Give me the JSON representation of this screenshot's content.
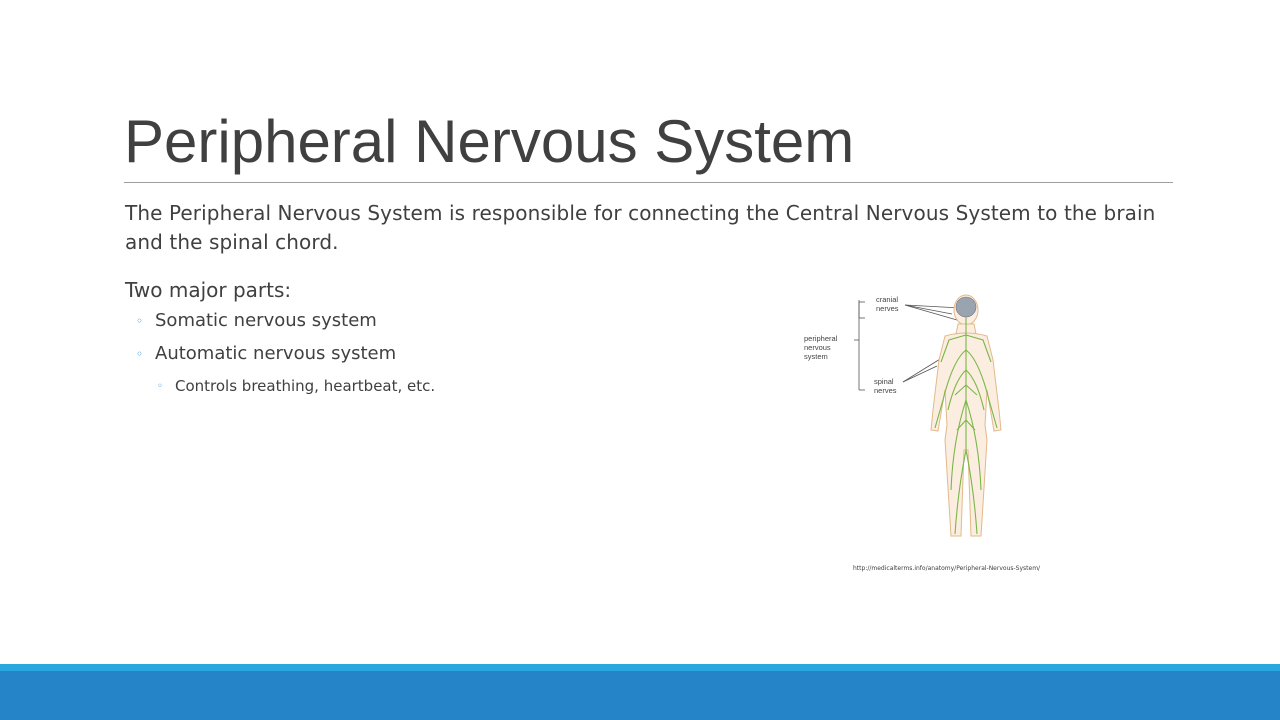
{
  "slide": {
    "title": "Peripheral Nervous System",
    "body": "The Peripheral Nervous System is responsible for connecting the Central Nervous System to the brain and the spinal chord.",
    "parts_heading": "Two major parts:",
    "bullets": [
      {
        "text": "Somatic nervous system"
      },
      {
        "text": "Automatic nervous system"
      }
    ],
    "sub_bullet": "Controls breathing, heartbeat, etc.",
    "figure_labels": {
      "cranial_1": "cranial",
      "cranial_2": "nerves",
      "peripheral_1": "peripheral",
      "peripheral_2": "nervous",
      "peripheral_3": "system",
      "spinal_1": "spinal",
      "spinal_2": "nerves"
    },
    "image_credit": "http://medicalterms.info/anatomy/Peripheral-Nervous-System/"
  },
  "colors": {
    "bullet_accent": "#2b8ad2",
    "footer_light": "#29a8e0",
    "footer_dark": "#2584c8",
    "nerve_green": "#7ab648"
  },
  "icons": {
    "bullet": "ring-bullet-icon"
  }
}
